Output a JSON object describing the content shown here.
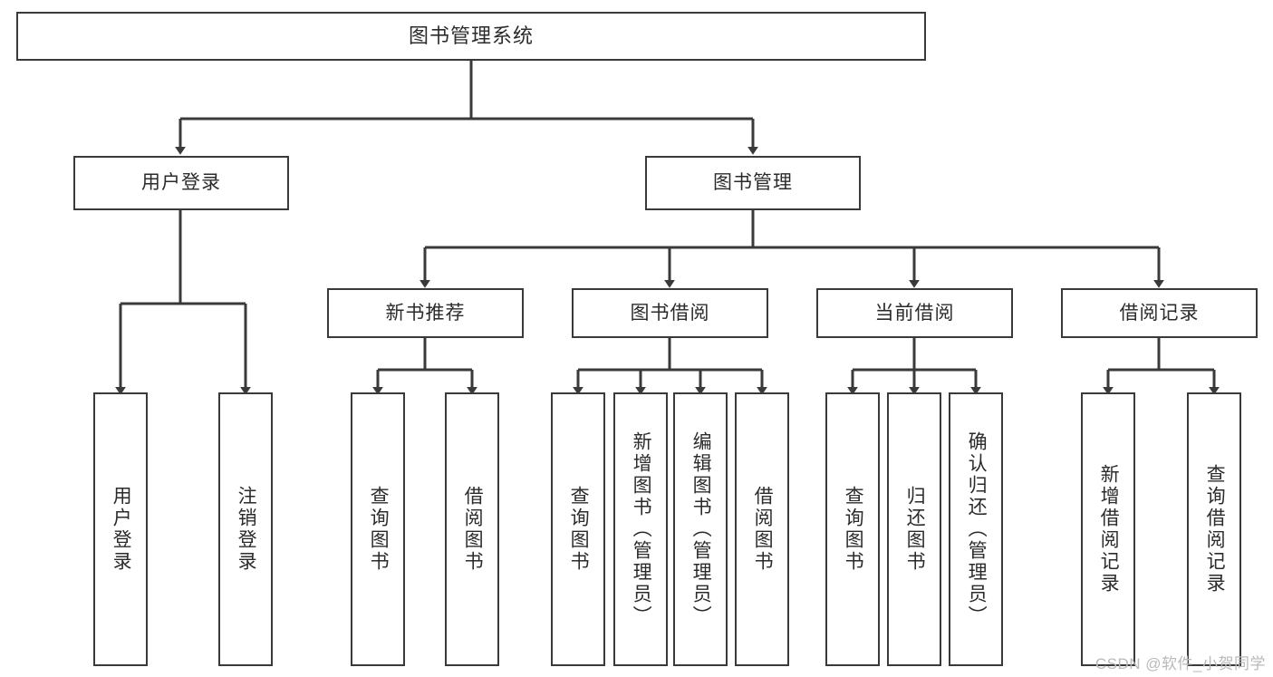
{
  "diagram": {
    "title": "图书管理系统",
    "type": "hierarchy-tree",
    "watermark": "CSDN @软件_小贺同学",
    "colors": {
      "box_border": "#3a3a3a",
      "box_fill": "#ffffff",
      "connector": "#3a3a3a",
      "text": "#2b2b2b",
      "watermark": "#b9b9b9",
      "background": "#ffffff"
    },
    "root": {
      "label": "图书管理系统"
    },
    "level2": [
      {
        "id": "user-login",
        "label": "用户登录"
      },
      {
        "id": "book-manage",
        "label": "图书管理"
      }
    ],
    "level3": [
      {
        "id": "new-book-rec",
        "label": "新书推荐"
      },
      {
        "id": "book-borrow",
        "label": "图书借阅"
      },
      {
        "id": "current-borrow",
        "label": "当前借阅"
      },
      {
        "id": "borrow-record",
        "label": "借阅记录"
      }
    ],
    "leaves": {
      "user_login": [
        {
          "id": "leaf-user-login",
          "label": "用户登录"
        },
        {
          "id": "leaf-logout-login",
          "label": "注销登录"
        }
      ],
      "new_book_rec": [
        {
          "id": "leaf-query-book-1",
          "label": "查询图书"
        },
        {
          "id": "leaf-borrow-book-1",
          "label": "借阅图书"
        }
      ],
      "book_borrow": [
        {
          "id": "leaf-query-book-2",
          "label": "查询图书"
        },
        {
          "id": "leaf-add-book",
          "label": "新增图书（管理员）"
        },
        {
          "id": "leaf-edit-book",
          "label": "编辑图书（管理员）"
        },
        {
          "id": "leaf-borrow-book-2",
          "label": "借阅图书"
        }
      ],
      "current_borrow": [
        {
          "id": "leaf-query-book-3",
          "label": "查询图书"
        },
        {
          "id": "leaf-return-book",
          "label": "归还图书"
        },
        {
          "id": "leaf-confirm-return",
          "label": "确认归还（管理员）"
        }
      ],
      "borrow_record": [
        {
          "id": "leaf-add-record",
          "label": "新增借阅记录"
        },
        {
          "id": "leaf-query-record",
          "label": "查询借阅记录"
        }
      ]
    }
  }
}
